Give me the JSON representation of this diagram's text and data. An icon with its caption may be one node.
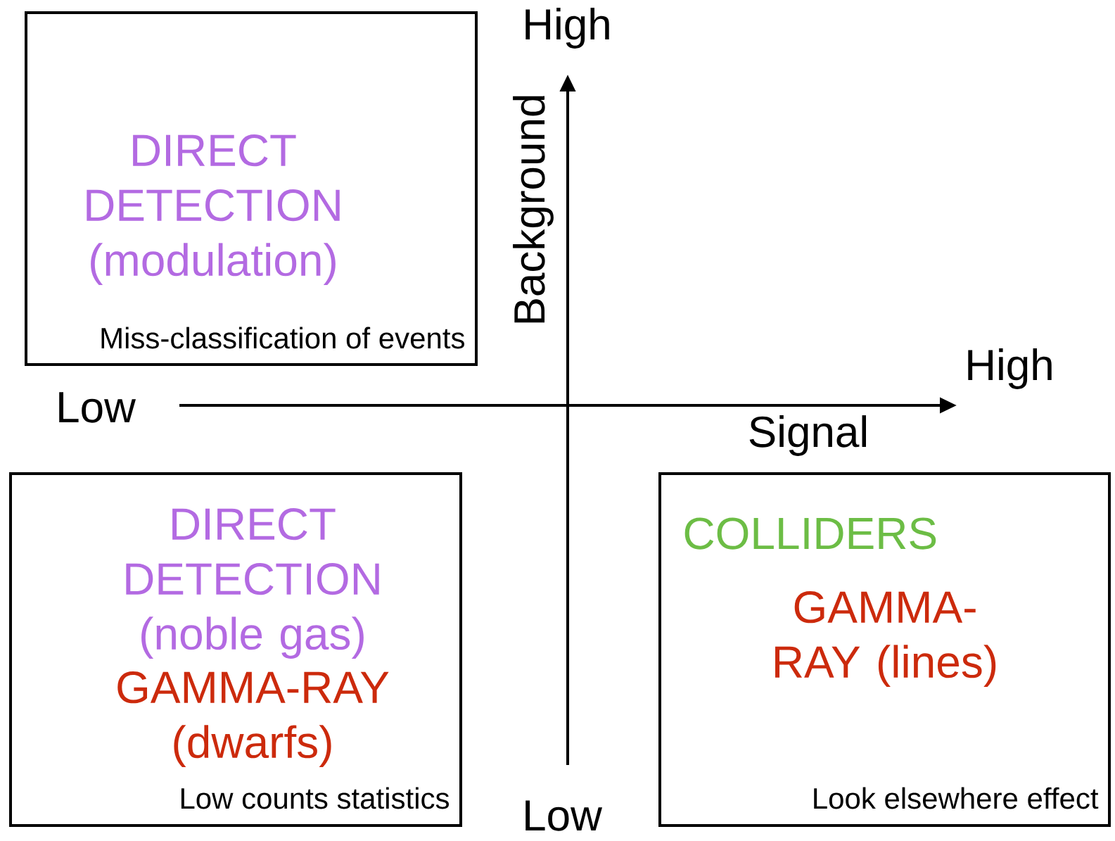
{
  "diagram": {
    "nodes": [
      {
        "text": [
          "DIRECT DETECTION (modulation)",
          "Miss-classification of events"
        ]
      },
      {
        "text": [
          "DIRECT DETECTION (noble gas)",
          "GAMMA-RAY (dwarfs)",
          "Low counts statistics"
        ]
      },
      {
        "text": [
          "COLLIDERS",
          "GAMMA-RAY (lines)",
          "Look elsewhere effect"
        ]
      }
    ],
    "labels": [
      "High",
      "Background",
      "High",
      "Low",
      "Signal",
      "Low"
    ]
  }
}
